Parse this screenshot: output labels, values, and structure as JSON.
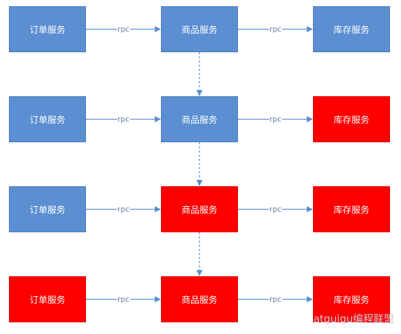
{
  "colors": {
    "normal": "#5b8fd1",
    "failed": "#ff0000",
    "arrow": "#5a8fd0"
  },
  "rows": [
    {
      "order": {
        "label": "订单服务",
        "state": "normal"
      },
      "product": {
        "label": "商品服务",
        "state": "normal"
      },
      "inventory": {
        "label": "库存服务",
        "state": "normal"
      },
      "link1": "rpc",
      "link2": "rpc"
    },
    {
      "order": {
        "label": "订单服务",
        "state": "normal"
      },
      "product": {
        "label": "商品服务",
        "state": "normal"
      },
      "inventory": {
        "label": "库存服务",
        "state": "failed"
      },
      "link1": "rpc",
      "link2": "rpc"
    },
    {
      "order": {
        "label": "订单服务",
        "state": "normal"
      },
      "product": {
        "label": "商品服务",
        "state": "failed"
      },
      "inventory": {
        "label": "库存服务",
        "state": "failed"
      },
      "link1": "rpc",
      "link2": "rpc"
    },
    {
      "order": {
        "label": "订单服务",
        "state": "failed"
      },
      "product": {
        "label": "商品服务",
        "state": "failed"
      },
      "inventory": {
        "label": "库存服务",
        "state": "failed"
      },
      "link1": "rpc",
      "link2": "rpc"
    }
  ],
  "watermark": "atguigu编程联盟"
}
